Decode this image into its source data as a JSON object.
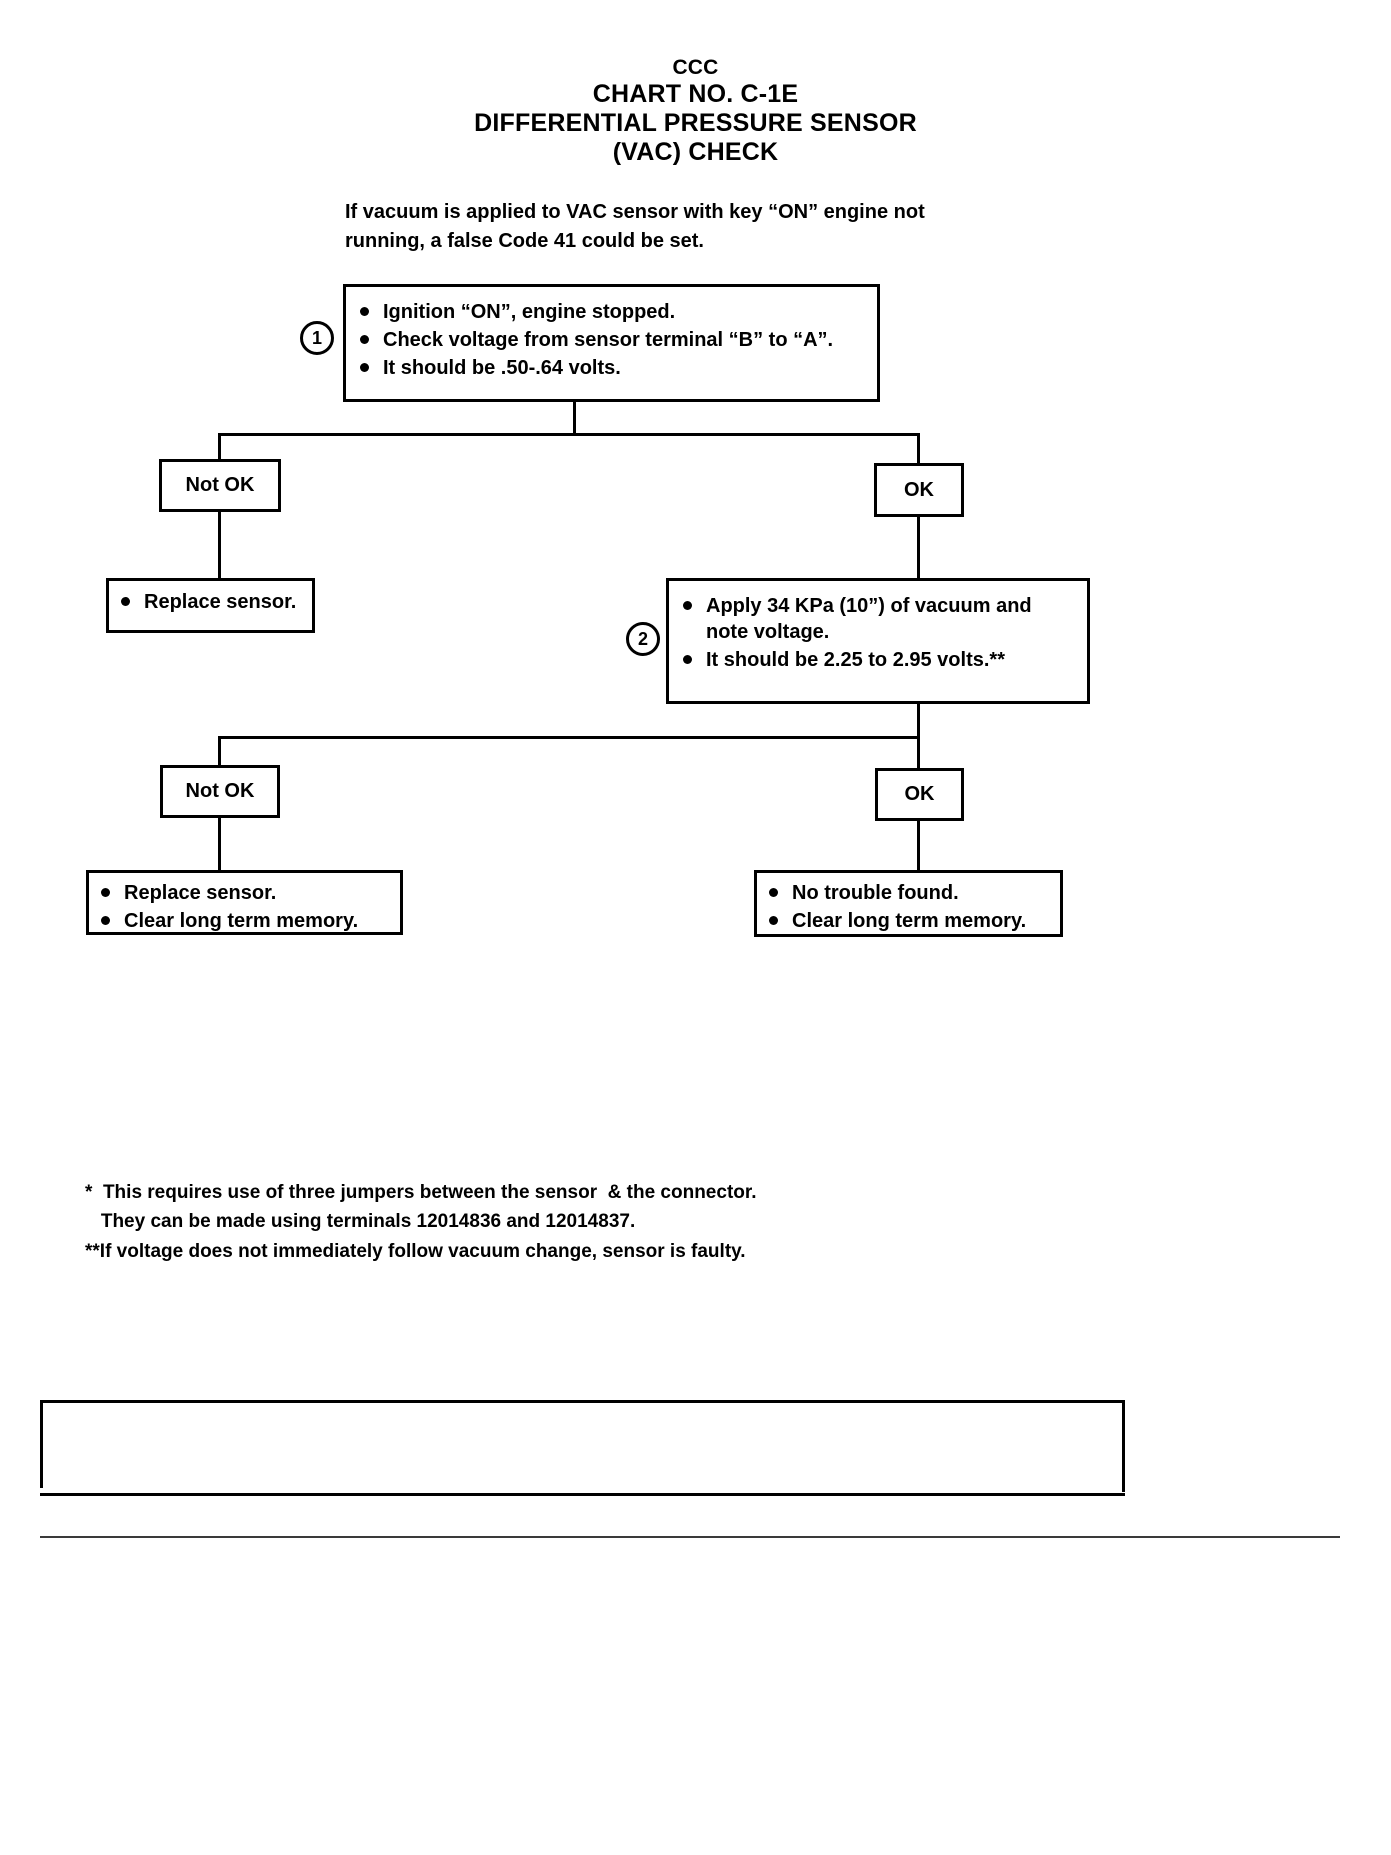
{
  "document": {
    "title_lines": [
      "CCC",
      "CHART NO. C-1E",
      "DIFFERENTIAL PRESSURE SENSOR",
      "(VAC) CHECK"
    ],
    "intro_lines": [
      "If vacuum is applied to VAC sensor with key “ON” engine not",
      "running, a false Code 41 could be set."
    ]
  },
  "flowchart": {
    "type": "diagnostic-flowchart",
    "step1": {
      "number": "1",
      "bullets": [
        "Ignition “ON”, engine stopped.",
        "Check voltage from sensor terminal “B” to “A”.",
        "It should be .50-.64 volts."
      ]
    },
    "step1_branch_notok_label": "Not OK",
    "step1_branch_ok_label": "OK",
    "notok1_result": {
      "bullets": [
        "Replace sensor."
      ]
    },
    "step2": {
      "number": "2",
      "bullets": [
        "Apply 34 KPa (10”) of vacuum and note voltage.",
        "It should be 2.25 to 2.95 volts.**"
      ]
    },
    "step2_branch_notok_label": "Not OK",
    "step2_branch_ok_label": "OK",
    "notok2_result": {
      "bullets": [
        "Replace sensor.",
        "Clear long term memory."
      ]
    },
    "ok2_result": {
      "bullets": [
        "No trouble found.",
        "Clear long term memory."
      ]
    }
  },
  "footnotes": {
    "lines": [
      "*  This requires use of three jumpers between the sensor  & the connector.",
      "   They can be made using terminals 12014836 and 12014837.",
      "**If voltage does not immediately follow vacuum change, sensor is faulty."
    ]
  },
  "colors": {
    "ink": "#000000",
    "paper": "#ffffff"
  }
}
